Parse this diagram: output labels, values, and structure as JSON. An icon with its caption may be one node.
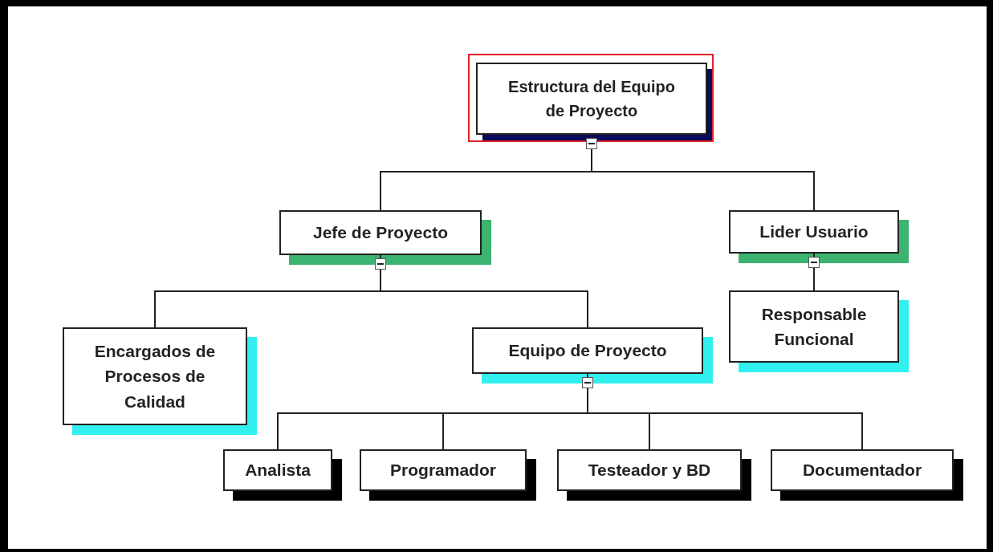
{
  "diagram": {
    "nodes": [
      {
        "text": [
          "Estructura del Equipo de Proyecto"
        ]
      },
      {
        "text": [
          "Jefe de Proyecto"
        ]
      },
      {
        "text": [
          "Lider Usuario"
        ]
      },
      {
        "text": [
          "Encargados de Procesos de Calidad"
        ]
      },
      {
        "text": [
          "Equipo de Proyecto"
        ]
      },
      {
        "text": [
          "Responsable Funcional"
        ]
      },
      {
        "text": [
          "Analista"
        ]
      },
      {
        "text": [
          "Programador"
        ]
      },
      {
        "text": [
          "Testeador y BD"
        ]
      },
      {
        "text": [
          "Documentador"
        ]
      }
    ],
    "edges": [
      {
        "from": 0,
        "to": 1,
        "arrow": "none"
      },
      {
        "from": 0,
        "to": 2,
        "arrow": "none"
      },
      {
        "from": 1,
        "to": 3,
        "arrow": "none"
      },
      {
        "from": 1,
        "to": 4,
        "arrow": "none"
      },
      {
        "from": 2,
        "to": 5,
        "arrow": "none"
      },
      {
        "from": 4,
        "to": 6,
        "arrow": "none"
      },
      {
        "from": 4,
        "to": 7,
        "arrow": "none"
      },
      {
        "from": 4,
        "to": 8,
        "arrow": "none"
      },
      {
        "from": 4,
        "to": 9,
        "arrow": "none"
      }
    ]
  }
}
